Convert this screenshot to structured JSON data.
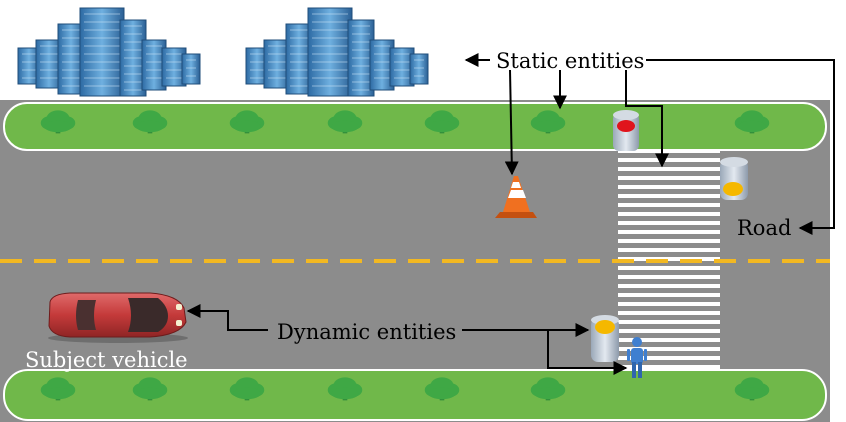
{
  "labels": {
    "static_entities": "Static entities",
    "road": "Road",
    "dynamic_entities": "Dynamic entities",
    "subject_vehicle": "Subject vehicle"
  },
  "colors": {
    "road": "#8c8c8c",
    "median_strip": "#70b84a",
    "tree": "#3fa845",
    "lane_marking": "#f2b822",
    "crosswalk": "#ffffff",
    "building": "#3f86c2",
    "car": "#c94040",
    "cone": "#f07020",
    "signal_red": "#e0141c",
    "signal_amber": "#f5b800",
    "pedestrian": "#3f7fd0"
  },
  "icons": [
    "building-icon",
    "tree-icon",
    "traffic-cone-icon",
    "traffic-light-icon",
    "car-icon",
    "pedestrian-icon"
  ]
}
